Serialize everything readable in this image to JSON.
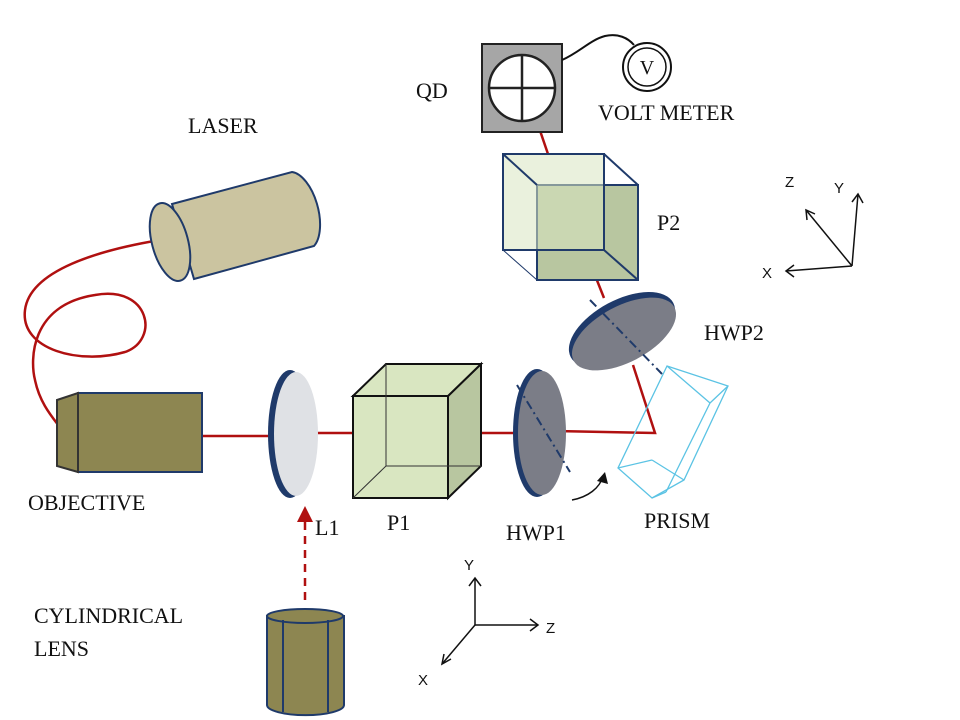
{
  "labels": {
    "laser": "LASER",
    "objective": "OBJECTIVE",
    "l1": "L1",
    "p1": "P1",
    "hwp1": "HWP1",
    "prism": "PRISM",
    "hwp2": "HWP2",
    "p2": "P2",
    "qd": "QD",
    "volt_meter": "VOLT METER",
    "volt_symbol": "V",
    "cylindrical_line1": "CYLINDRICAL",
    "cylindrical_line2": "LENS"
  },
  "axes_bottom": {
    "y": "Y",
    "z": "Z",
    "x": "X"
  },
  "axes_top": {
    "z": "Z",
    "y": "Y",
    "x": "X"
  },
  "colors": {
    "beam": "#b01010",
    "cube_fill": "#d9e6c1",
    "cube_side": "#b8c6a0",
    "laser_body": "#cbc4a0",
    "objective_body": "#8d8651",
    "waveplate": "#7b7d87",
    "waveplate_rim": "#1f3a6a",
    "lens_fill": "#dfe1e5",
    "prism_line": "#5bc3e4",
    "qd_box": "#a6a6a6"
  }
}
